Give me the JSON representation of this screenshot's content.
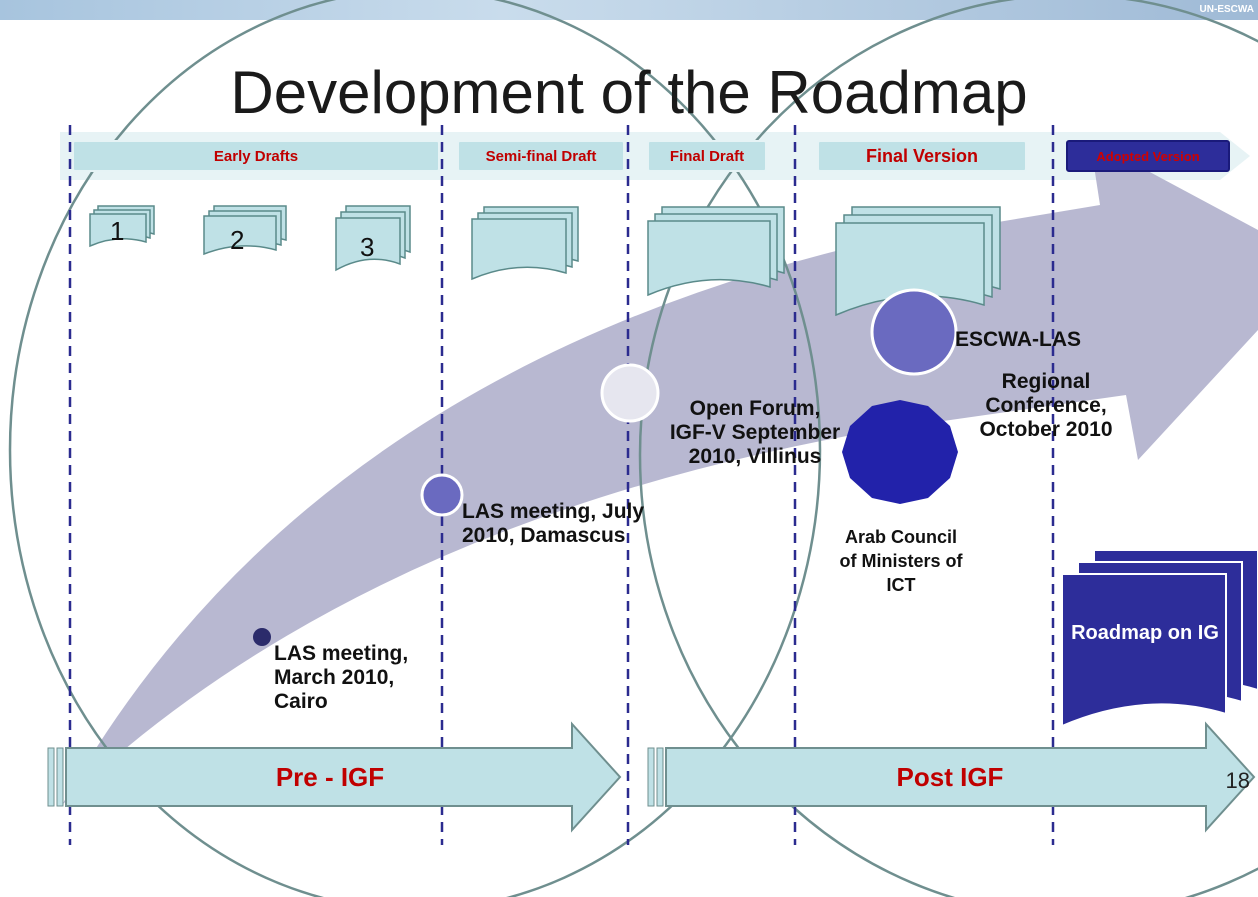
{
  "header": {
    "brand": "UN-ESCWA"
  },
  "slide": {
    "title": "Development of the Roadmap",
    "page_number": "18"
  },
  "phases": {
    "early": "Early Drafts",
    "semifinal": "Semi-final Draft",
    "final_draft": "Final Draft",
    "final_version": "Final Version",
    "adopted": "Adopted Version"
  },
  "drafts": {
    "d1": "1",
    "d2": "2",
    "d3": "3"
  },
  "milestones": {
    "las_march": "LAS meeting, March 2010, Cairo",
    "las_july": "LAS meeting, July 2010, Damascus",
    "open_forum": "Open Forum, IGF-V September 2010, Villinus",
    "escwa": "ESCWA-LAS",
    "regional": "Regional Conference, October 2010",
    "arab_council": "Arab Council of Ministers of ICT"
  },
  "roadmap_doc": "Roadmap on IG",
  "periods": {
    "pre": "Pre - IGF",
    "post": "Post IGF"
  },
  "colors": {
    "phase_fill": "#bfe1e6",
    "accent_red": "#c00000",
    "navy": "#2d2d9a",
    "arrow": "#b0b0cc",
    "dashed": "#2b2b8f"
  }
}
